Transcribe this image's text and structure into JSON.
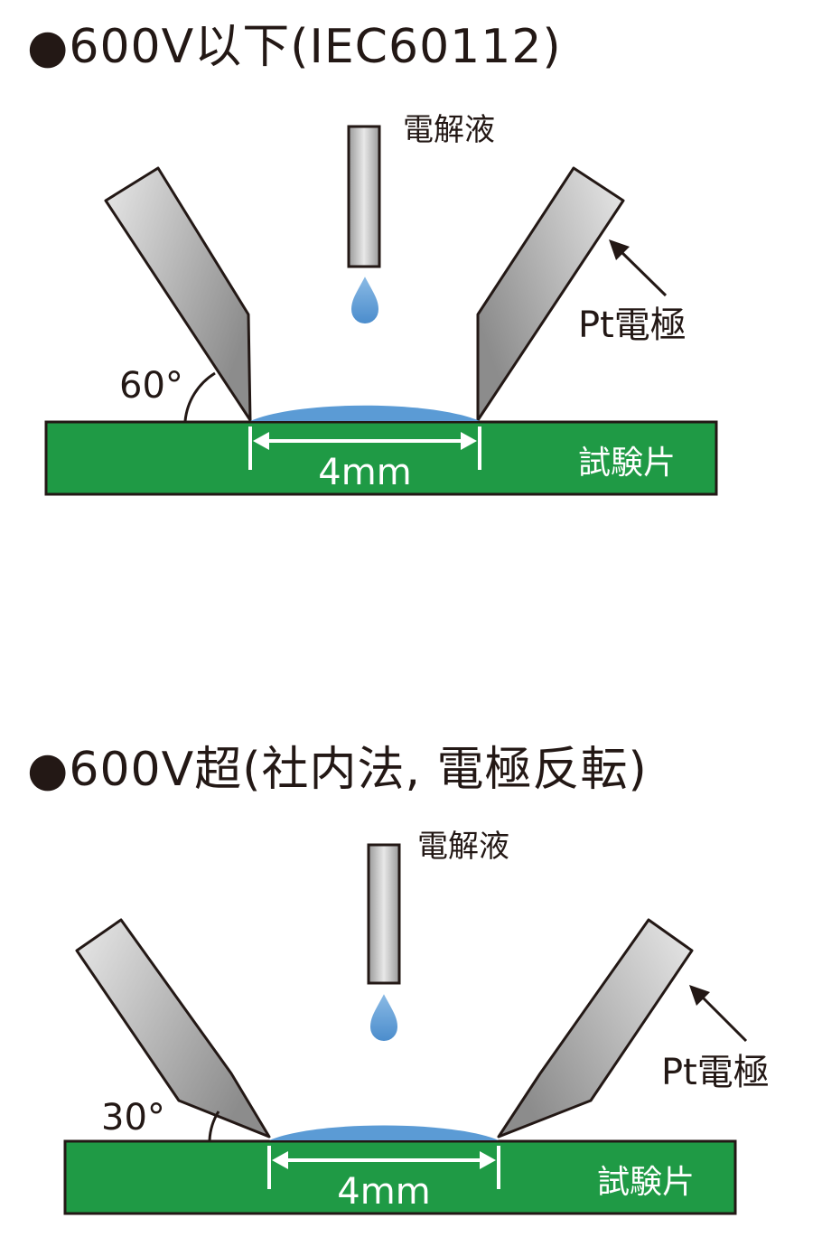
{
  "colors": {
    "specimen": "#1f9a45",
    "droplet": "#5b9bd5",
    "electrode_light": "#e6e6e6",
    "electrode_dark": "#8c8c8c",
    "text": "#231815"
  },
  "icons": {
    "bullet": "filled-circle-icon",
    "arrow": "arrow-icon"
  },
  "panels": [
    {
      "title": "●600V以下(IEC60112)",
      "electrolyte_label": "電解液",
      "electrode_label": "Pt電極",
      "angle_label": "60°",
      "gap_label": "4mm",
      "specimen_label": "試験片"
    },
    {
      "title": "●600V超(社内法, 電極反転)",
      "electrolyte_label": "電解液",
      "electrode_label": "Pt電極",
      "angle_label": "30°",
      "gap_label": "4mm",
      "specimen_label": "試験片"
    }
  ]
}
